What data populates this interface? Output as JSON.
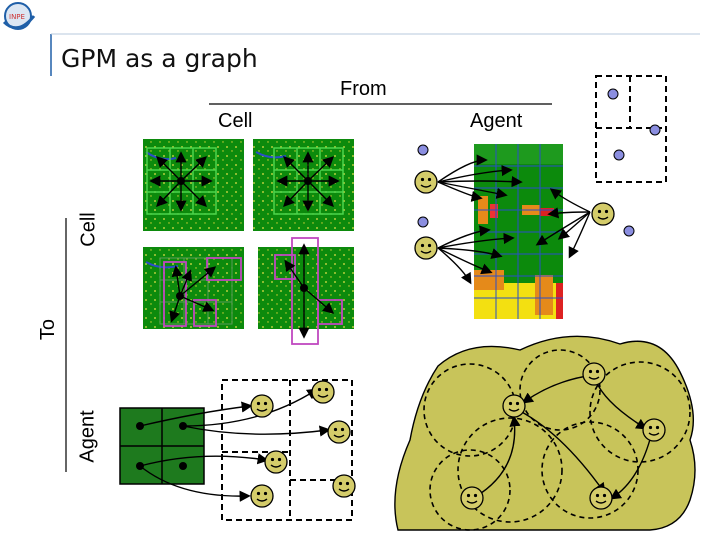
{
  "slide": {
    "title": "GPM as a graph",
    "header_from": "From",
    "header_to": "To",
    "column_cell": "Cell",
    "column_agent": "Agent",
    "row_cell": "Cell",
    "row_agent": "Agent"
  },
  "colors": {
    "accent_blue": "#1f5fa8",
    "grid_green": "#2f9a2f",
    "dark_green": "#1e7a1e",
    "magenta": "#c048c0",
    "agent_fill": "#d4cc6a",
    "region_fill": "#c8c45a",
    "token_blue": "#8b8ee0"
  },
  "icons": [
    "logo-icon",
    "smiley-agent-icon",
    "token-dot-icon",
    "arrow-icon"
  ]
}
